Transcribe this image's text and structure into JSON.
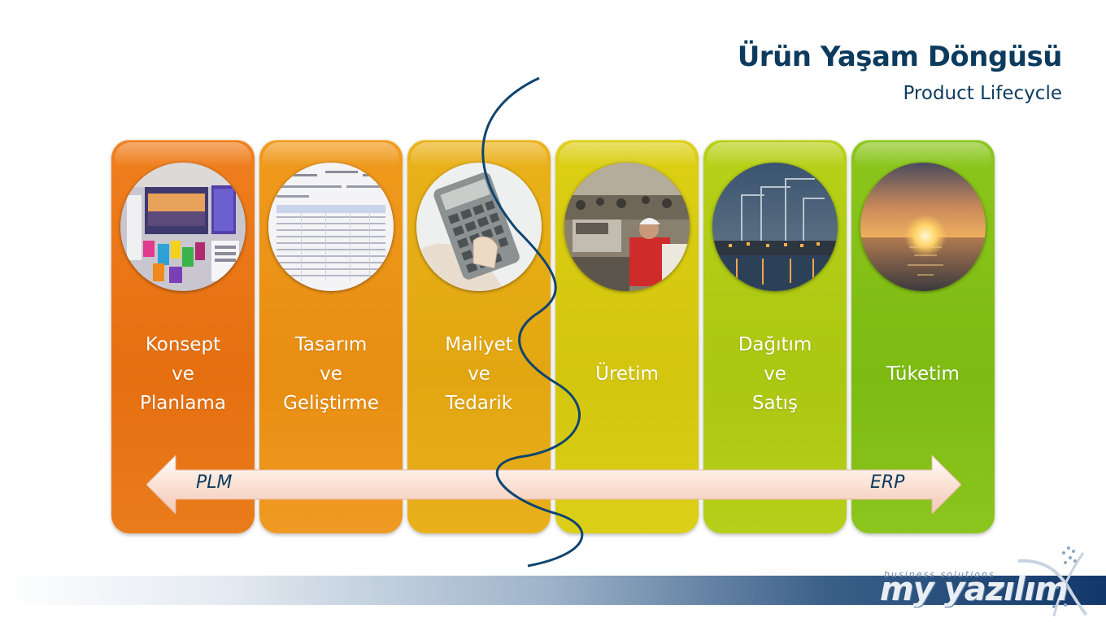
{
  "header": {
    "title": "Ürün Yaşam Döngüsü",
    "subtitle": "Product Lifecycle"
  },
  "stages": [
    {
      "lines": [
        "Konsept",
        "ve",
        "Planlama"
      ],
      "image": "design-collage-photo",
      "color": "#ea7a1b"
    },
    {
      "lines": [
        "Tasarım",
        "ve",
        "Geliştirme"
      ],
      "image": "spreadsheet-document-photo",
      "color": "#ec9418"
    },
    {
      "lines": [
        "Maliyet",
        "ve",
        "Tedarik"
      ],
      "image": "calculator-hand-photo",
      "color": "#e6ac17"
    },
    {
      "lines": [
        "Üretim"
      ],
      "image": "garment-factory-photo",
      "color": "#d8cb12"
    },
    {
      "lines": [
        "Dağıtım",
        "ve",
        "Satış"
      ],
      "image": "harbor-cranes-photo",
      "color": "#b1cc15"
    },
    {
      "lines": [
        "Tüketim"
      ],
      "image": "sunset-sea-photo",
      "color": "#85c118"
    }
  ],
  "arrow": {
    "left_label": "PLM",
    "right_label": "ERP"
  },
  "logo": {
    "tagline": "business solutions",
    "name": "my yazılım"
  },
  "colors": {
    "accent": "#0d3b5e",
    "footer_dark": "#12386a"
  }
}
